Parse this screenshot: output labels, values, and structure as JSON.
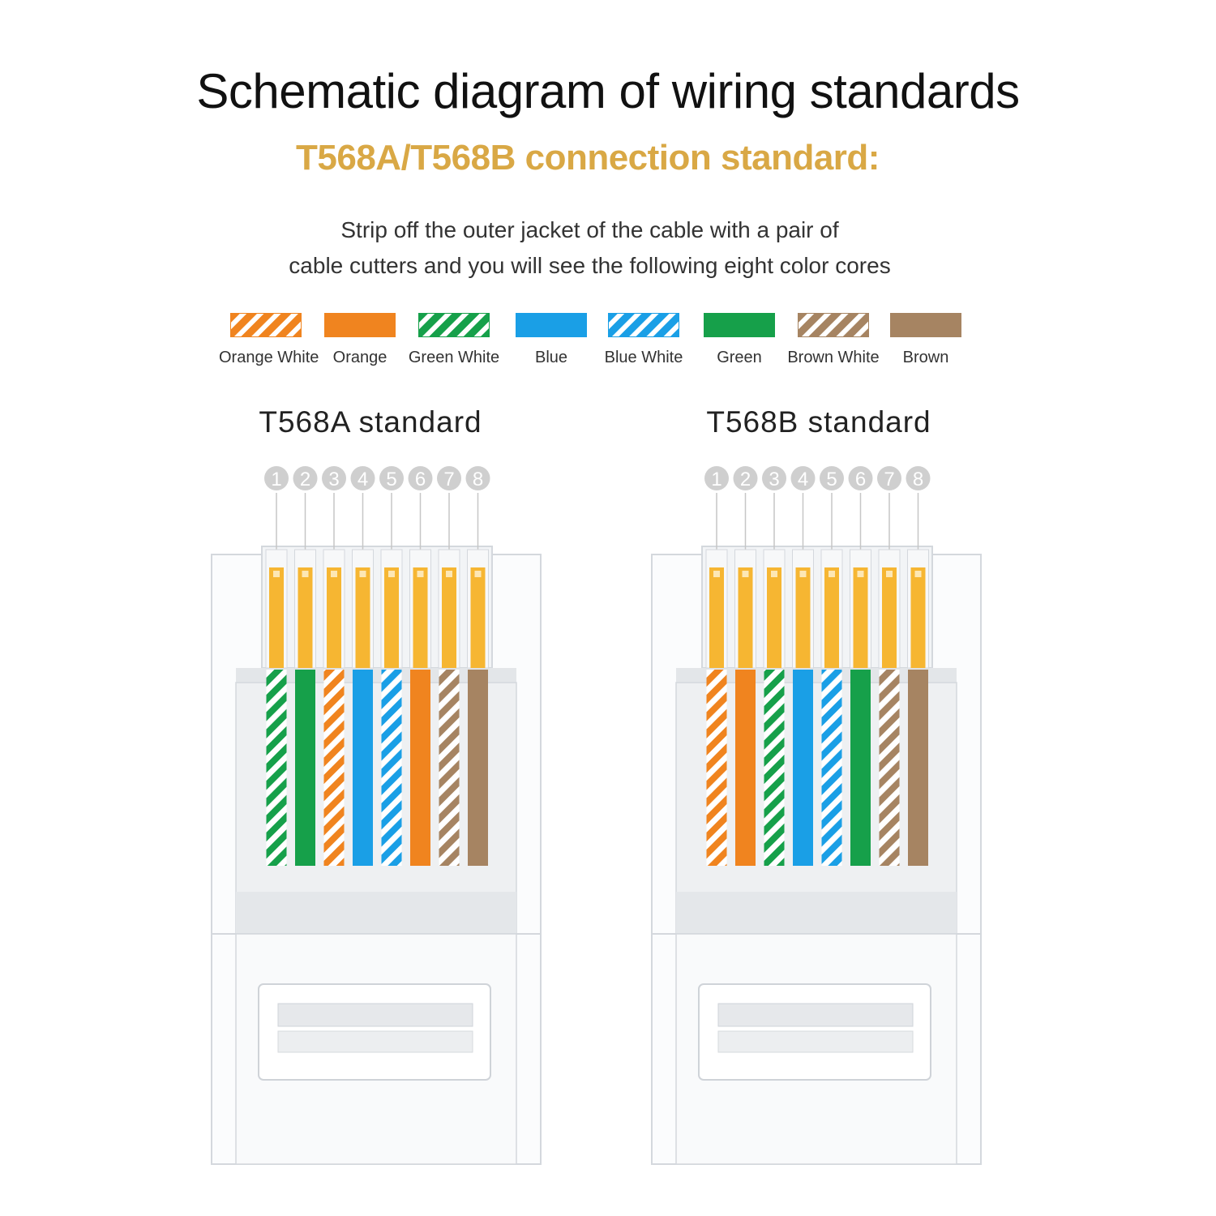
{
  "header": {
    "title": "Schematic diagram of wiring standards",
    "subtitle": "T568A/T568B connection standard:",
    "subtitle_color": "#d9a845",
    "description_line1": "Strip off the outer jacket of the cable with a pair of",
    "description_line2": "cable cutters and you will see the following eight color cores"
  },
  "colors": {
    "orange": "#f0841f",
    "green": "#16a04a",
    "blue": "#1a9fe6",
    "brown": "#a68462",
    "contact_gold": "#f6b632",
    "pin_badge": "#cfcfcf"
  },
  "legend": [
    {
      "label": "Orange White",
      "color": "orange",
      "striped": true
    },
    {
      "label": "Orange",
      "color": "orange",
      "striped": false
    },
    {
      "label": "Green White",
      "color": "green",
      "striped": true
    },
    {
      "label": "Blue",
      "color": "blue",
      "striped": false
    },
    {
      "label": "Blue White",
      "color": "blue",
      "striped": true
    },
    {
      "label": "Green",
      "color": "green",
      "striped": false
    },
    {
      "label": "Brown White",
      "color": "brown",
      "striped": true
    },
    {
      "label": "Brown",
      "color": "brown",
      "striped": false
    }
  ],
  "standards": [
    {
      "name": "T568A standard",
      "pins": [
        "1",
        "2",
        "3",
        "4",
        "5",
        "6",
        "7",
        "8"
      ],
      "wires": [
        {
          "color": "green",
          "striped": true
        },
        {
          "color": "green",
          "striped": false
        },
        {
          "color": "orange",
          "striped": true
        },
        {
          "color": "blue",
          "striped": false
        },
        {
          "color": "blue",
          "striped": true
        },
        {
          "color": "orange",
          "striped": false
        },
        {
          "color": "brown",
          "striped": true
        },
        {
          "color": "brown",
          "striped": false
        }
      ]
    },
    {
      "name": "T568B standard",
      "pins": [
        "1",
        "2",
        "3",
        "4",
        "5",
        "6",
        "7",
        "8"
      ],
      "wires": [
        {
          "color": "orange",
          "striped": true
        },
        {
          "color": "orange",
          "striped": false
        },
        {
          "color": "green",
          "striped": true
        },
        {
          "color": "blue",
          "striped": false
        },
        {
          "color": "blue",
          "striped": true
        },
        {
          "color": "green",
          "striped": false
        },
        {
          "color": "brown",
          "striped": true
        },
        {
          "color": "brown",
          "striped": false
        }
      ]
    }
  ]
}
